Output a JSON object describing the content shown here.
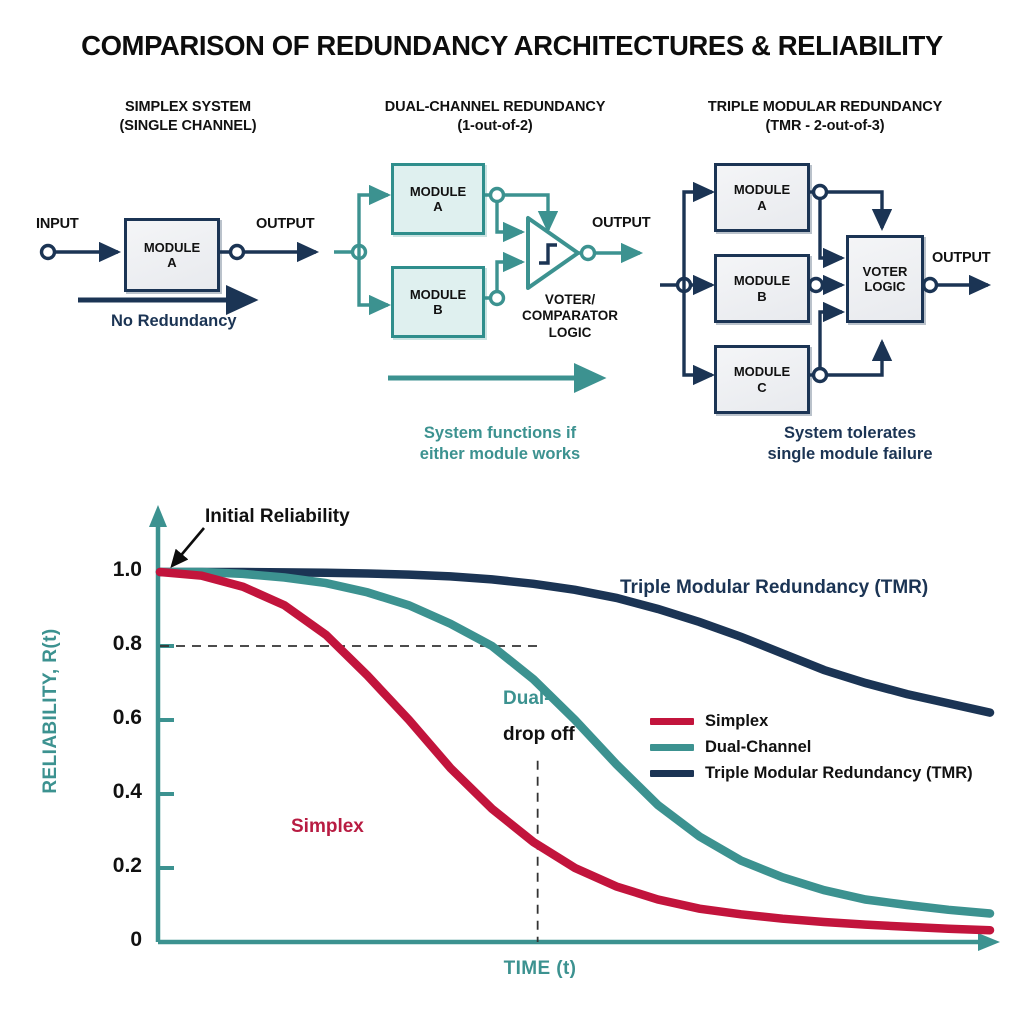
{
  "title": "COMPARISON OF REDUNDANCY ARCHITECTURES & RELIABILITY",
  "colors": {
    "simplex": "#c2143c",
    "dual": "#3c9290",
    "tmr": "#1b3454",
    "axis": "#3c9290",
    "box_fill_navy": "#eff1f4",
    "box_fill_teal": "#dff0ef"
  },
  "panels": [
    {
      "id": "simplex",
      "heading_line1": "SIMPLEX SYSTEM",
      "heading_line2": "(SINGLE CHANNEL)",
      "input_label": "INPUT",
      "output_label": "OUTPUT",
      "modules": [
        {
          "name": "MODULE",
          "id": "A"
        }
      ],
      "footnote": "No Redundancy"
    },
    {
      "id": "dual",
      "heading_line1": "DUAL-CHANNEL REDUNDANCY",
      "heading_line2": "(1-out-of-2)",
      "output_label": "OUTPUT",
      "modules": [
        {
          "name": "MODULE",
          "id": "A"
        },
        {
          "name": "MODULE",
          "id": "B"
        }
      ],
      "voter_line1": "VOTER/",
      "voter_line2": "COMPARATOR",
      "voter_line3": "LOGIC",
      "caption_line1": "System functions if",
      "caption_line2": "either module works"
    },
    {
      "id": "tmr",
      "heading_line1": "TRIPLE MODULAR REDUNDANCY",
      "heading_line2": "(TMR - 2-out-of-3)",
      "output_label": "OUTPUT",
      "modules": [
        {
          "name": "MODULE",
          "id": "A"
        },
        {
          "name": "MODULE",
          "id": "B"
        },
        {
          "name": "MODULE",
          "id": "C"
        }
      ],
      "voter_line1": "VOTER",
      "voter_line2": "LOGIC",
      "caption_line1": "System tolerates",
      "caption_line2": "single module failure"
    }
  ],
  "chart_annotations": {
    "initial": "Initial Reliability",
    "tmr_curve": "Triple Modular Redundancy (TMR)",
    "dual_curve_line1": "Dual-",
    "dual_curve_line2": "drop off",
    "simplex_curve": "Simplex"
  },
  "chart_data": {
    "type": "line",
    "title": "",
    "xlabel": "TIME (t)",
    "ylabel": "RELIABILITY, R(t)",
    "xlim": [
      0,
      10
    ],
    "ylim": [
      0,
      1.05
    ],
    "grid": false,
    "xticklabels": [],
    "yticklabels": [
      "0",
      "0.2",
      "0.4",
      "0.6",
      "0.8",
      "1.0"
    ],
    "ytickvalues": [
      0,
      0.2,
      0.4,
      0.6,
      0.8,
      1.0
    ],
    "legend_position": "center-right",
    "reference_lines": [
      {
        "orientation": "horizontal",
        "value": 0.8,
        "style": "dashed",
        "from_x": 0,
        "to_x": 4.55
      },
      {
        "orientation": "vertical",
        "value": 4.55,
        "style": "dashed",
        "from_y": 0,
        "to_y": 0.49
      }
    ],
    "x": [
      0,
      0.5,
      1,
      1.5,
      2,
      2.5,
      3,
      3.5,
      4,
      4.5,
      5,
      5.5,
      6,
      6.5,
      7,
      7.5,
      8,
      8.5,
      9,
      9.5,
      10
    ],
    "series": [
      {
        "name": "Simplex",
        "color": "#c2143c",
        "values": [
          1.0,
          0.99,
          0.96,
          0.91,
          0.83,
          0.72,
          0.6,
          0.47,
          0.36,
          0.27,
          0.2,
          0.15,
          0.115,
          0.09,
          0.075,
          0.063,
          0.054,
          0.047,
          0.041,
          0.036,
          0.032
        ]
      },
      {
        "name": "Dual-Channel",
        "color": "#3c9290",
        "values": [
          1.0,
          1.0,
          0.995,
          0.985,
          0.97,
          0.945,
          0.91,
          0.86,
          0.8,
          0.71,
          0.6,
          0.48,
          0.37,
          0.285,
          0.22,
          0.175,
          0.14,
          0.115,
          0.1,
          0.087,
          0.077
        ]
      },
      {
        "name": "Triple Modular Redundancy (TMR)",
        "color": "#1b3454",
        "values": [
          1.0,
          1.0,
          1.0,
          0.999,
          0.998,
          0.996,
          0.993,
          0.988,
          0.98,
          0.968,
          0.952,
          0.93,
          0.9,
          0.865,
          0.825,
          0.78,
          0.735,
          0.7,
          0.67,
          0.645,
          0.62
        ]
      }
    ]
  },
  "legend": [
    {
      "label": "Simplex",
      "color": "#c2143c"
    },
    {
      "label": "Dual-Channel",
      "color": "#3c9290"
    },
    {
      "label": "Triple Modular Redundancy (TMR)",
      "color": "#1b3454"
    }
  ]
}
